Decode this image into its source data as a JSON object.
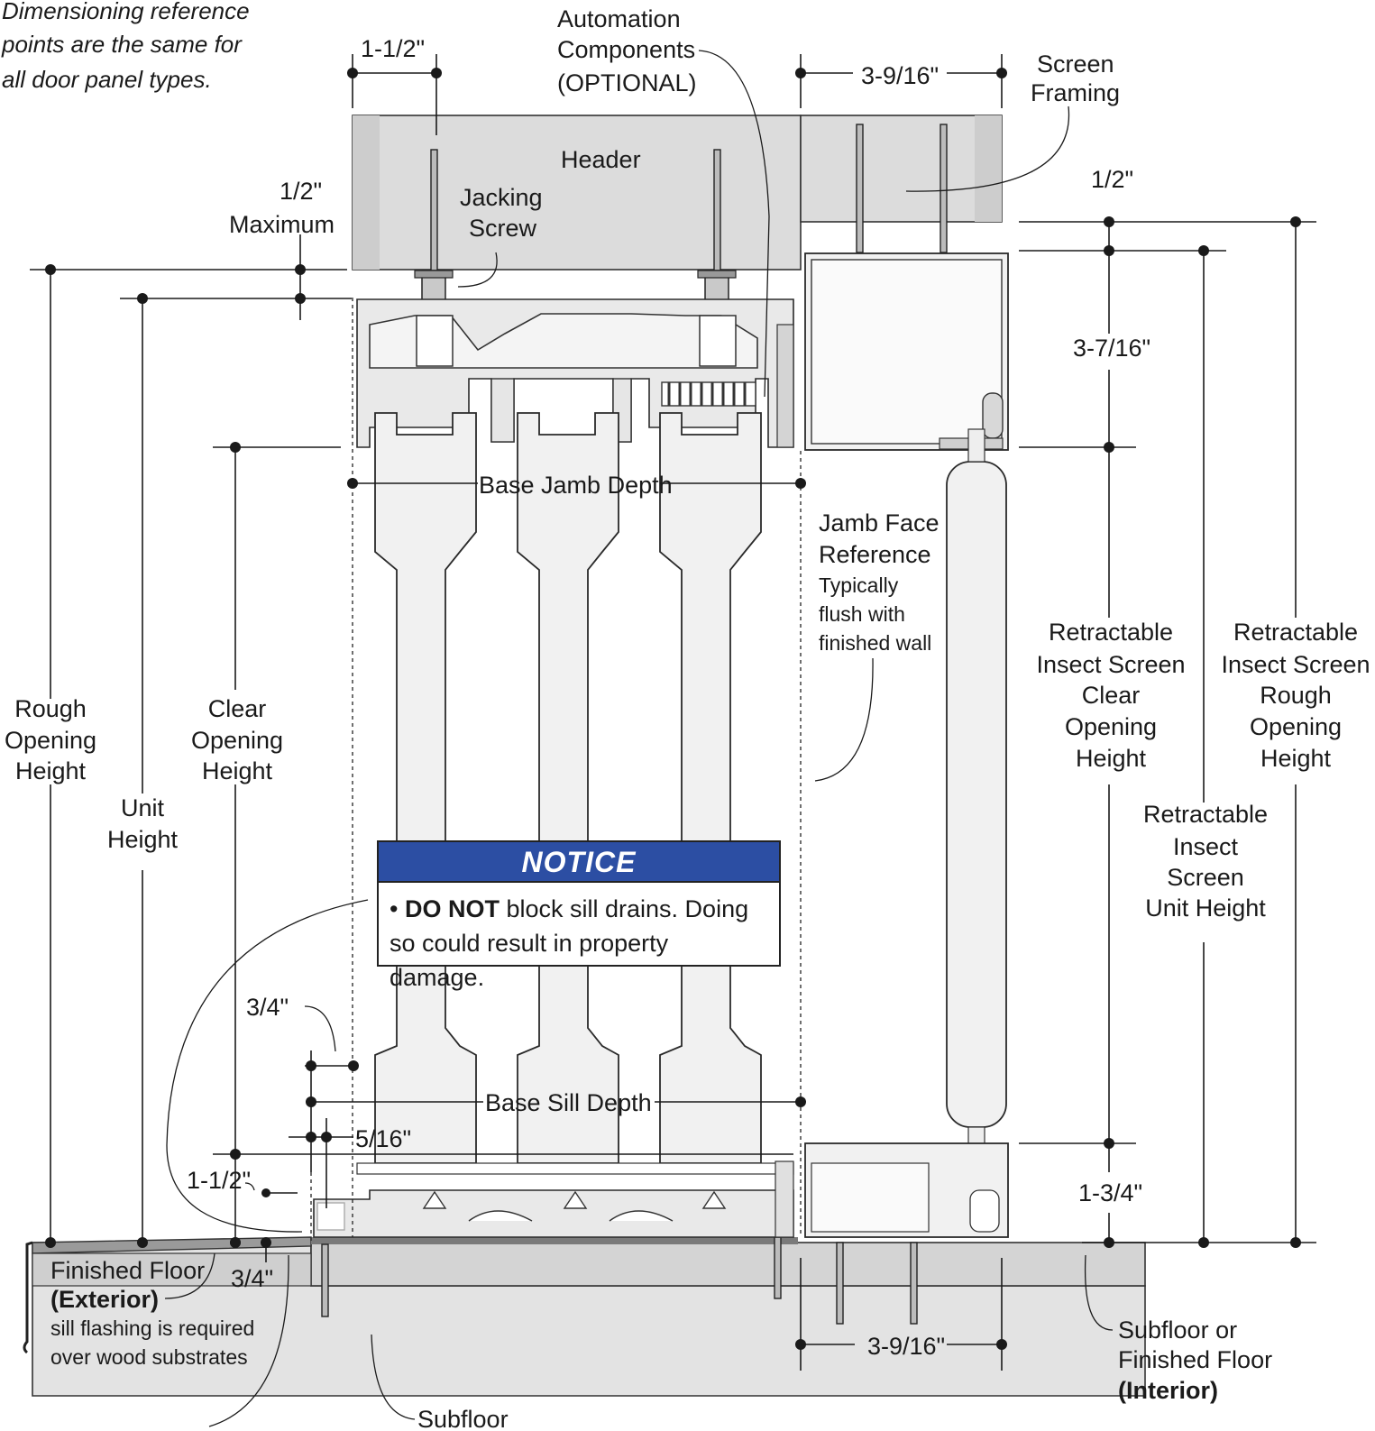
{
  "note": [
    "Dimensioning reference",
    "points are the same for",
    "all door panel types."
  ],
  "dimensions": {
    "jamb_offset": "1-1/2\"",
    "header_max": [
      "1/2\"",
      "Maximum"
    ],
    "screen_frame_top": "3-9/16\"",
    "screen_gap": "1/2\"",
    "screen_head": "3-7/16\"",
    "sill_top": "3/4\"",
    "sill_drain": "5/16\"",
    "sill_step": "1-1/2\"",
    "sill_bottom": "3/4\"",
    "screen_sill": "1-3/4\"",
    "screen_frame_bottom": "3-9/16\""
  },
  "labels": {
    "automation": [
      "Automation",
      "Components",
      "(OPTIONAL)"
    ],
    "screen_framing": [
      "Screen",
      "Framing"
    ],
    "header": "Header",
    "jacking_screw": [
      "Jacking",
      "Screw"
    ],
    "base_jamb_depth": "Base Jamb Depth",
    "base_sill_depth": "Base Sill Depth",
    "jamb_face": [
      "Jamb Face",
      "Reference"
    ],
    "jamb_face_note": [
      "Typically",
      "flush with",
      "finished wall"
    ],
    "rough_opening": [
      "Rough",
      "Opening",
      "Height"
    ],
    "unit_height": [
      "Unit",
      "Height"
    ],
    "clear_opening": [
      "Clear",
      "Opening",
      "Height"
    ],
    "ris_clear": [
      "Retractable",
      "Insect Screen",
      "Clear",
      "Opening",
      "Height"
    ],
    "ris_rough": [
      "Retractable",
      "Insect Screen",
      "Rough",
      "Opening",
      "Height"
    ],
    "ris_unit": [
      "Retractable",
      "Insect",
      "Screen",
      "Unit Height"
    ],
    "finished_floor": "Finished Floor",
    "exterior": "(Exterior)",
    "flashing_note": [
      "sill flashing is required",
      "over wood substrates"
    ],
    "subfloor": "Subfloor",
    "subfloor_interior": [
      "Subfloor or",
      "Finished Floor"
    ],
    "interior": "(Interior)"
  },
  "notice": {
    "title": "NOTICE",
    "bullet": "•",
    "do_not": "DO NOT",
    "text": "block sill drains. Doing",
    "text2": "so could result in property damage."
  }
}
